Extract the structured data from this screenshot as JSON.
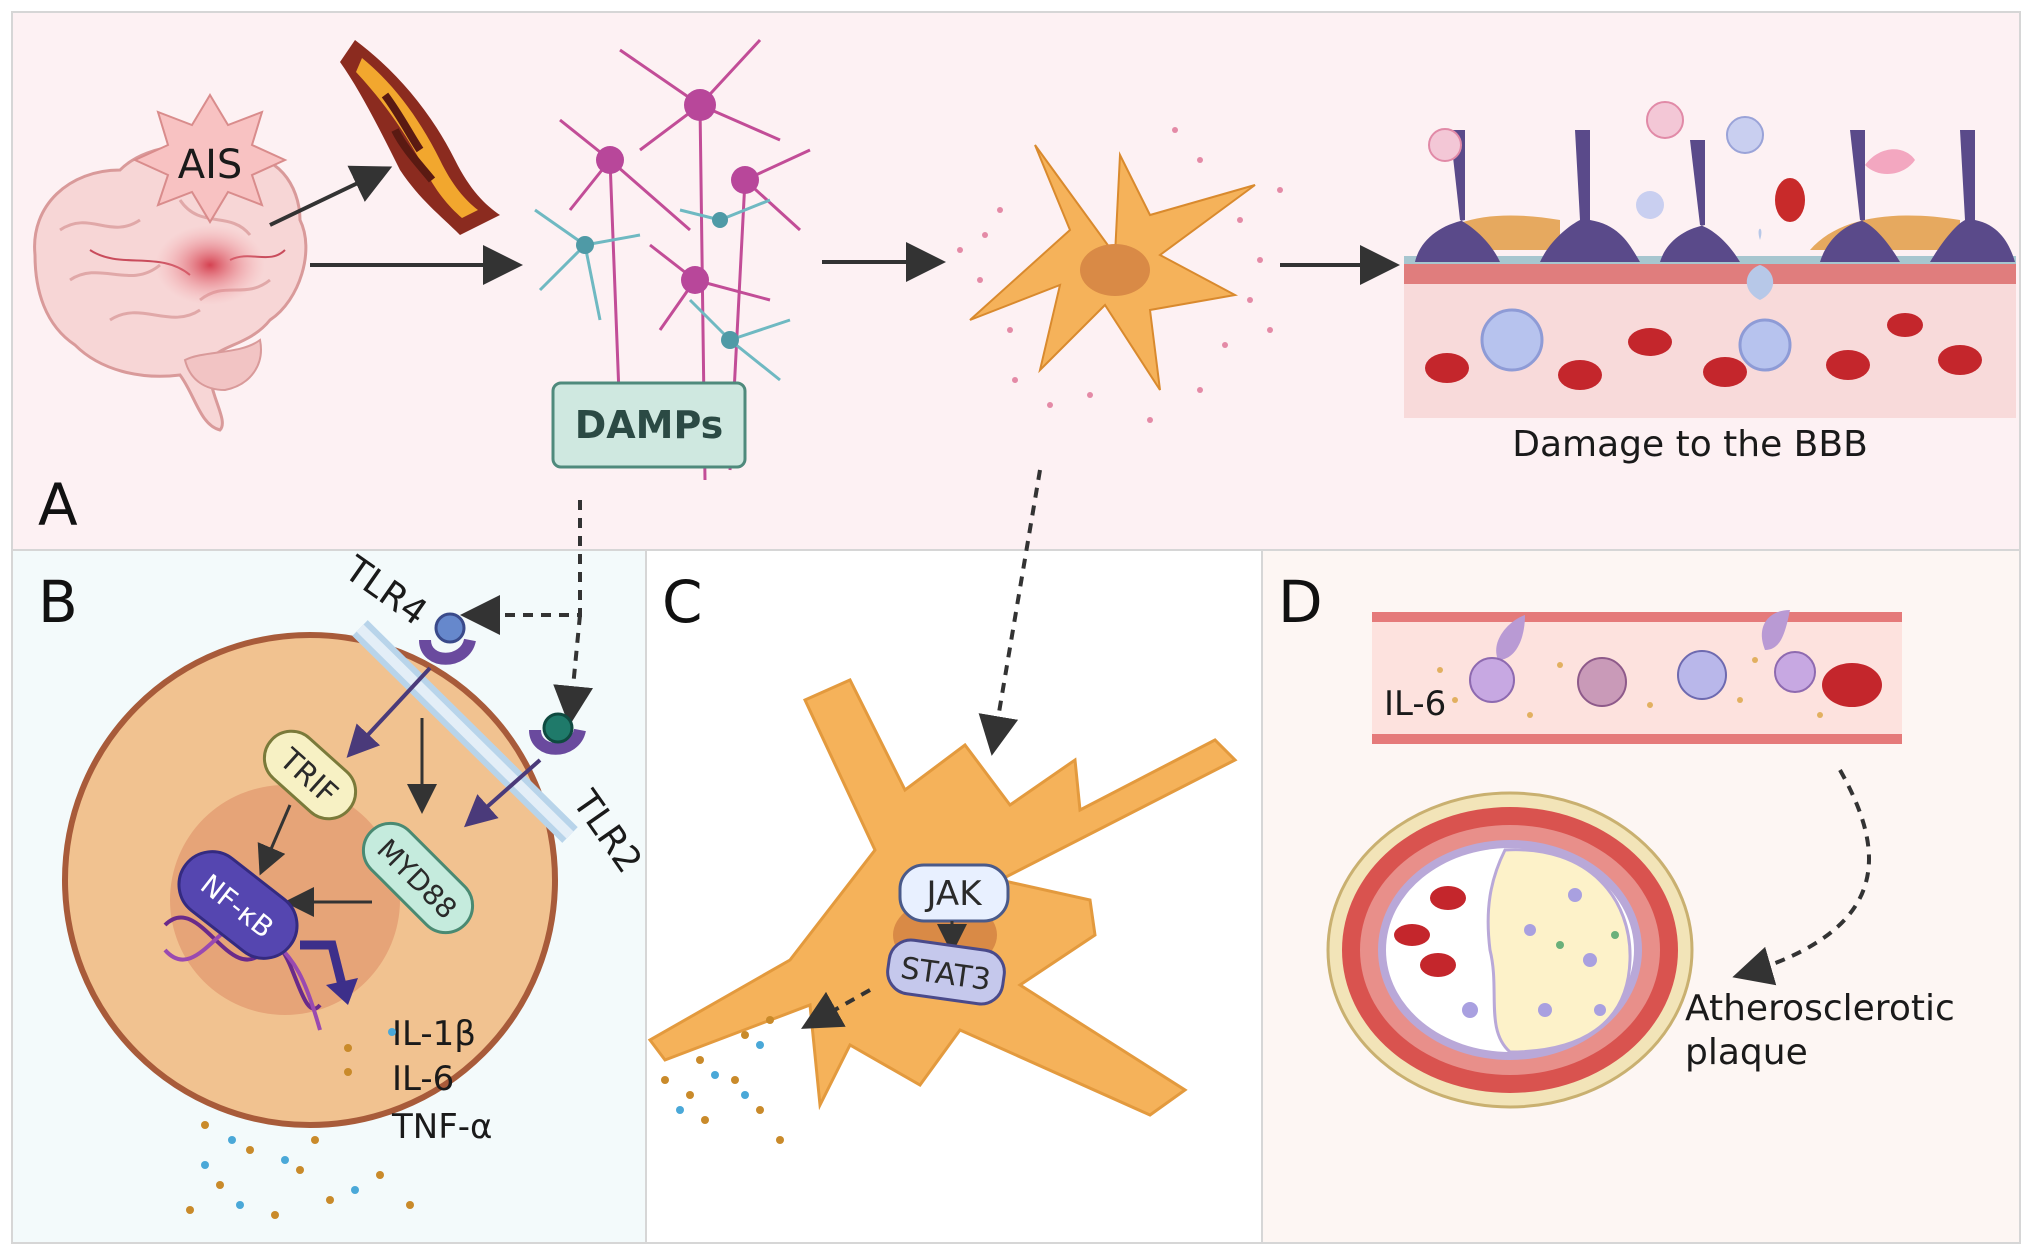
{
  "panels": {
    "a": {
      "letter": "A"
    },
    "b": {
      "letter": "B"
    },
    "c": {
      "letter": "C"
    },
    "d": {
      "letter": "D"
    }
  },
  "labels": {
    "ais": "AIS",
    "damps": "DAMPs",
    "bbb_damage": "Damage to the BBB",
    "tlr4": "TLR4",
    "tlr2": "TLR2",
    "trif": "TRIF",
    "myd88": "MYD88",
    "nfkb": "NF-κB",
    "il1b": "IL-1β",
    "il6_b": "IL-6",
    "tnfa": "TNF-α",
    "jak": "JAK",
    "stat3": "STAT3",
    "il6_d": "IL-6",
    "plaque_line1": "Atherosclerotic",
    "plaque_line2": "plaque"
  },
  "colors": {
    "panel_a_bg": "#fdf1f3",
    "panel_b_bg": "#f3fafb",
    "panel_c_bg": "#ffffff",
    "panel_d_bg": "#fdf6f3",
    "cell_fill": "#f1c290",
    "astrocyte": "#f5b25a",
    "damps_box": "#cfe8e0",
    "nfkb": "#5546b0",
    "receptor": "#6a4a9e"
  }
}
